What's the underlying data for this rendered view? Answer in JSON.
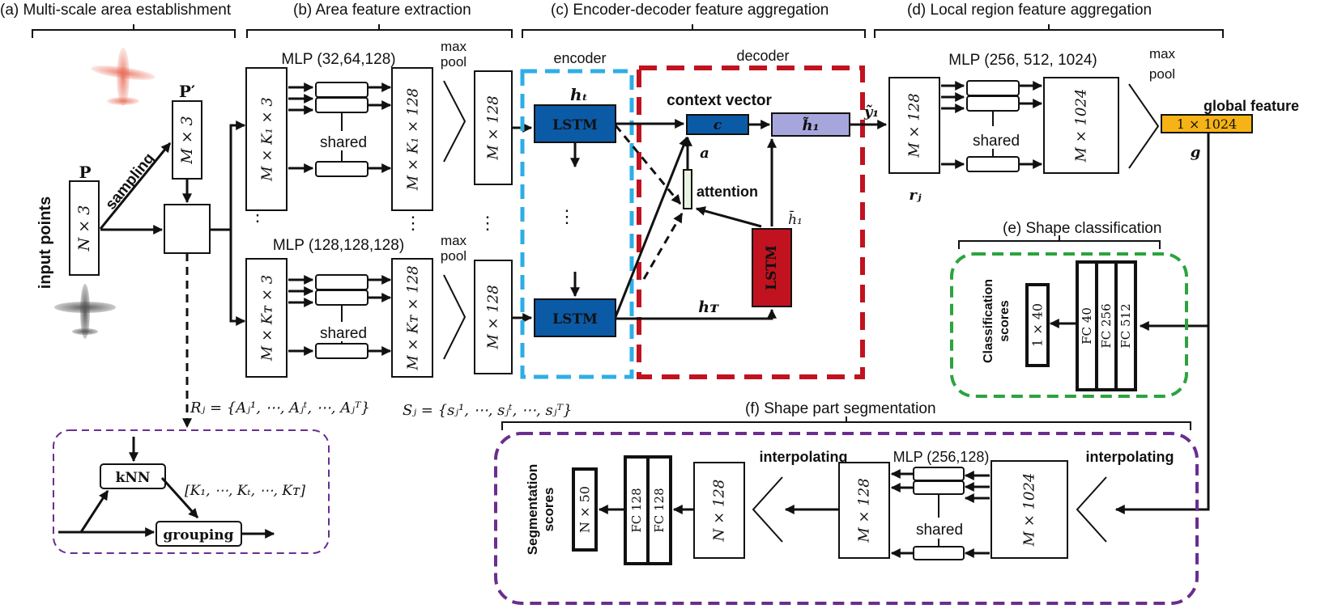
{
  "sections": {
    "a": "(a) Multi-scale area establishment",
    "b": "(b) Area feature extraction",
    "c": "(c) Encoder-decoder feature aggregation",
    "d": "(d) Local region feature aggregation",
    "e": "(e) Shape classification",
    "f": "(f) Shape part segmentation"
  },
  "sec_a": {
    "input_points": "input points",
    "p_label": "P",
    "p_prime": "P′",
    "sampling": "sampling",
    "n_by_3": "N × 3",
    "m_by_3": "M × 3",
    "dots": "⋮",
    "r_set": "Rⱼ = {Aⱼ¹, ⋯, Aⱼᵗ, ⋯, Aⱼᵀ}",
    "knn": "kNN",
    "k_set": "[K₁, ⋯, Kₜ, ⋯, Kᴛ]",
    "grouping": "grouping"
  },
  "sec_b": {
    "mlp_top": "MLP (32,64,128)",
    "mlp_bottom": "MLP (128,128,128)",
    "in_top": "M × K₁ × 3",
    "out_top": "M × K₁ × 128",
    "in_bottom": "M × Kᴛ × 3",
    "out_bottom": "M × Kᴛ × 128",
    "shared": "shared",
    "max": "max",
    "pool": "pool",
    "pooled": "M × 128",
    "dots": "⋮",
    "s_set": "Sⱼ = {sⱼ¹, ⋯, sⱼᵗ, ⋯, sⱼᵀ}"
  },
  "sec_c": {
    "encoder": "encoder",
    "decoder": "decoder",
    "lstm": "LSTM",
    "h_t": "hₜ",
    "h_T": "hᴛ",
    "context_vector": "context vector",
    "c": "c",
    "a": "a",
    "attention": "attention",
    "h1_tilde": "h̃₁",
    "h1_bar": "h̄₁",
    "dots": "⋮",
    "y1": "ỹ₁"
  },
  "sec_d": {
    "mlp": "MLP (256, 512, 1024)",
    "in": "M × 128",
    "out": "M × 1024",
    "shared": "shared",
    "max": "max",
    "pool": "pool",
    "r_j": "rⱼ",
    "global_feature": "global feature",
    "global_dim": "1 × 1024",
    "g": "g"
  },
  "sec_e": {
    "scores_line1": "Classification",
    "scores_line2": "scores",
    "scores_dim": "1 × 40",
    "fc1": "FC  40",
    "fc2": "FC  256",
    "fc3": "FC  512"
  },
  "sec_f": {
    "scores_line1": "Segmentation",
    "scores_line2": "scores",
    "scores_dim": "N × 50",
    "fc1": "FC 128",
    "fc2": "FC 128",
    "n128": "N × 128",
    "interp1": "interpolating",
    "interp2": "interpolating",
    "mlp": "MLP (256,128)",
    "m128": "M × 128",
    "m1024": "M × 1024",
    "shared": "shared"
  },
  "colors": {
    "encoder_dash": "#2eaee6",
    "decoder_dash": "#c1121f",
    "lstm_blue": "#0b5aa6",
    "lstm_red": "#c1121f",
    "context_blue": "#0b5aa6",
    "h1_lavender": "#a7a6dc",
    "attention_green": "#e8f4e0",
    "global_orange": "#f6b316",
    "classify_dash": "#2ca33f",
    "segment_dash": "#6b2d8f",
    "airplane_red": "#e86a55",
    "airplane_gray": "#555555"
  },
  "icons": [
    "airplane-pointcloud-red",
    "airplane-pointcloud-gray"
  ]
}
